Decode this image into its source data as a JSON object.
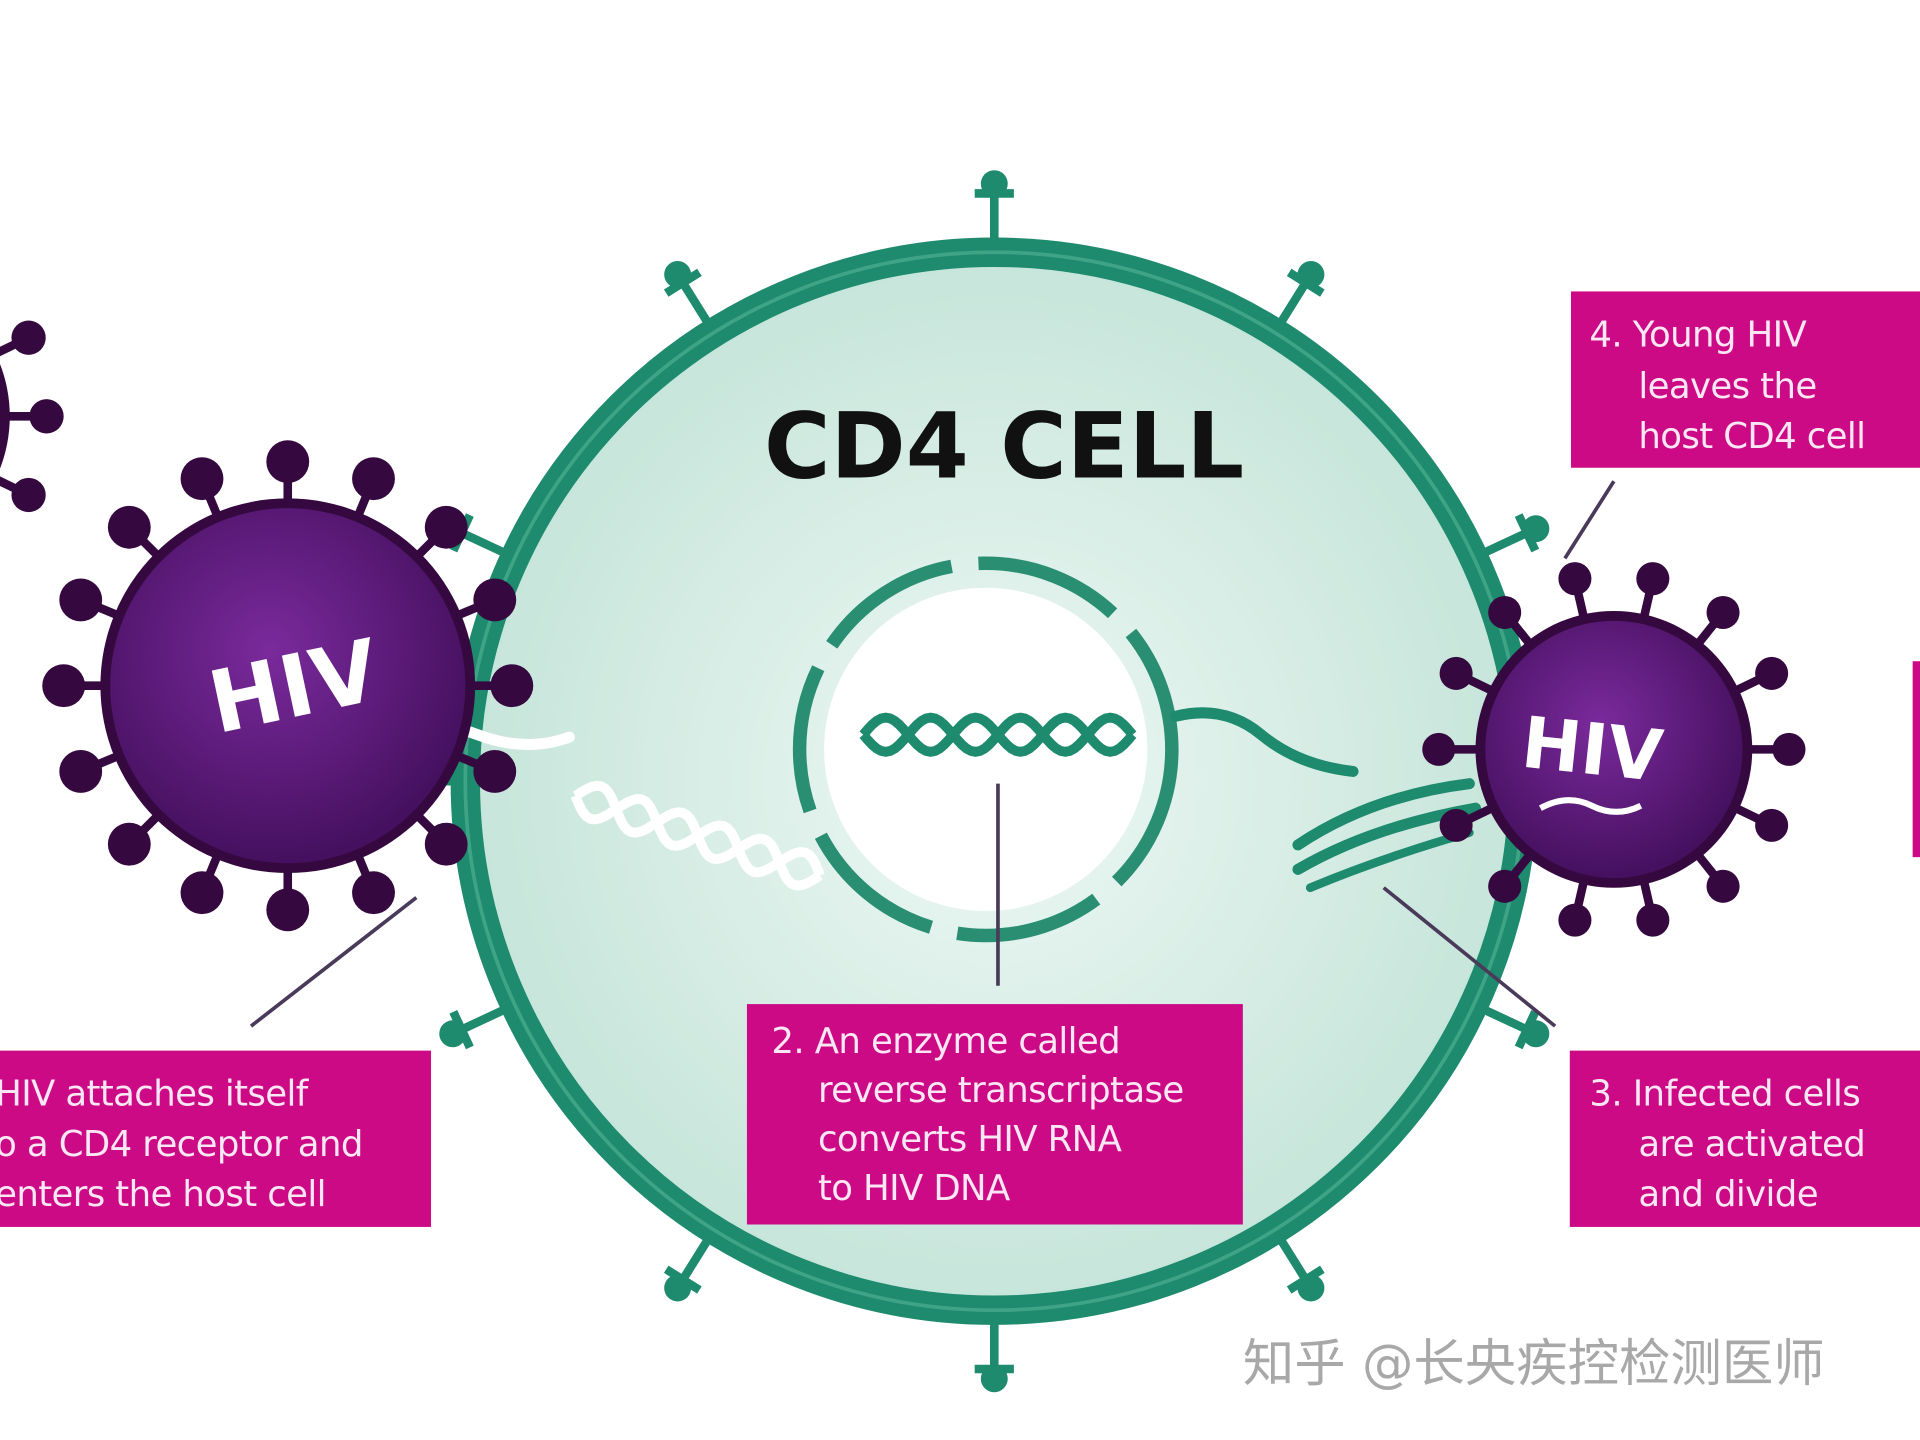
{
  "cell": {
    "title": "CD4 CELL"
  },
  "viruses": {
    "left_label": "HIV",
    "right_label": "HIV"
  },
  "steps": {
    "step1": {
      "lines": [
        "HIV attaches itself",
        "o a CD4 receptor and",
        "enters the host cell"
      ]
    },
    "step2": {
      "lines": [
        "2. An enzyme called",
        "reverse transcriptase",
        "converts HIV RNA",
        "to HIV DNA"
      ]
    },
    "step3": {
      "lines": [
        "3. Infected cells",
        "are activated",
        "and divide"
      ]
    },
    "step4": {
      "lines": [
        "4. Young HIV",
        "leaves the",
        "host CD4 cell"
      ]
    }
  },
  "watermark": "知乎 @长央疾控检测医师",
  "colors": {
    "membrane": "#1e8a6e",
    "cytoplasm": "#d3ece3",
    "virus": "#5b1a7c",
    "virus_spikes": "#35093f",
    "label_box": "#cc0a85"
  }
}
